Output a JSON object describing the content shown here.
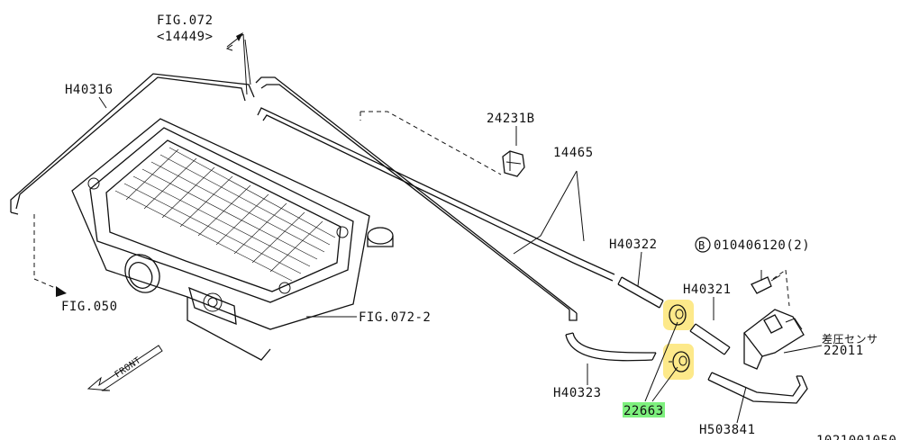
{
  "labels": {
    "fig072": "FIG.072",
    "fig072_sub": "<14449>",
    "h40316": "H40316",
    "p24231b": "24231B",
    "p14465": "14465",
    "h40322": "H40322",
    "bolt_code": "010406120(2)",
    "bolt_prefix": "B",
    "h40321": "H40321",
    "sensor_jp": "差圧センサ",
    "p22011": "22011",
    "fig050": "FIG.050",
    "fig072_2": "FIG.072-2",
    "h40323": "H40323",
    "p22663": "22663",
    "h503841": "H503841",
    "front": "FRONT",
    "catalog_code": "1021001050"
  },
  "colors": {
    "highlight_yellow": "#fde98a",
    "highlight_green": "#7ef07e",
    "line": "#111111"
  }
}
